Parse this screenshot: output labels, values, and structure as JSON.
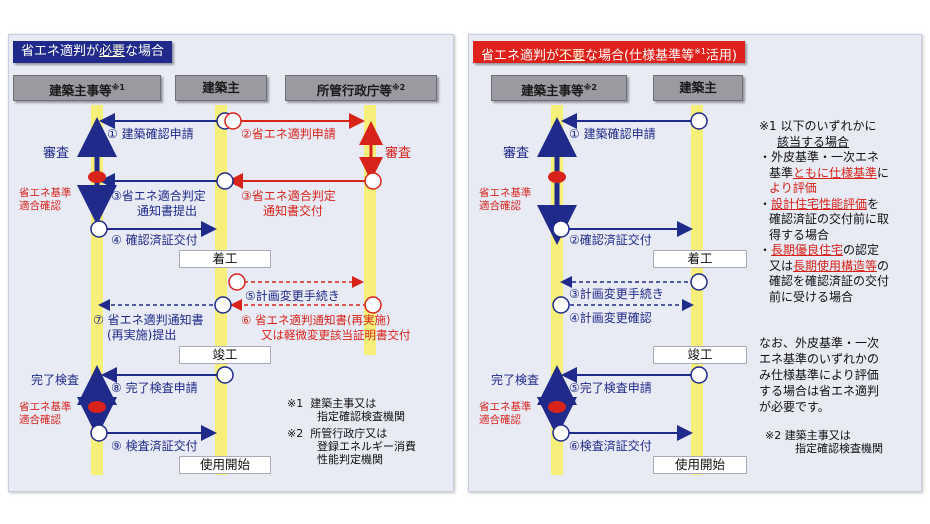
{
  "left": {
    "title_pre": "省エネ適判が",
    "title_em": "必要",
    "title_post": "な場合",
    "col_builder": "建築主事等",
    "col_builder_sup": "※1",
    "col_owner": "建築主",
    "col_agency": "所管行政庁等",
    "col_agency_sup": "※2",
    "step1": "① 建築確認申請",
    "step2": "②省エネ適判申請",
    "step3a_l1": "③省エネ適合判定",
    "step3a_l2": "通知書提出",
    "step3b_l1": "③省エネ適合判定",
    "step3b_l2": "通知書交付",
    "step4": "④ 確認済証交付",
    "step5": "⑤計画変更手続き",
    "step6_l1": "⑥ 省エネ適判通知書(再実施)",
    "step6_l2": "又は軽微変更該当証明書交付",
    "step7_l1": "⑦ 省エネ適判通知書",
    "step7_l2": "(再実施)提出",
    "step8": "⑧ 完了検査申請",
    "step9": "⑨ 検査済証交付",
    "review_left": "審査",
    "review_right": "審査",
    "conform_l1": "省エネ基準",
    "conform_l2": "適合確認",
    "conform2_l1": "省エネ基準",
    "conform2_l2": "適合確認",
    "final_inspection": "完了検査",
    "box_start": "着工",
    "box_complete": "竣工",
    "box_use": "使用開始",
    "note1_mark": "※1",
    "note1_l1": "建築主事又は",
    "note1_l2": "指定確認検査機関",
    "note2_mark": "※2",
    "note2_l1": "所管行政庁又は",
    "note2_l2": "登録エネルギー消費",
    "note2_l3": "性能判定機関"
  },
  "right": {
    "title_pre": "省エネ適判が",
    "title_em": "不要",
    "title_post": "な場合(仕様基準等",
    "title_sup": "※1",
    "title_end": "活用)",
    "col_builder": "建築主事等",
    "col_builder_sup": "※2",
    "col_owner": "建築主",
    "step1": "① 建築確認申請",
    "step2": "②確認済証交付",
    "step3": "③計画変更手続き",
    "step4": "④計画変更確認",
    "step5": "⑤完了検査申請",
    "step6": "⑥検査済証交付",
    "review": "審査",
    "conform_l1": "省エネ基準",
    "conform_l2": "適合確認",
    "conform2_l1": "省エネ基準",
    "conform2_l2": "適合確認",
    "final_inspection": "完了検査",
    "box_start": "着工",
    "box_complete": "竣工",
    "box_use": "使用開始",
    "n1_l1": "※1 以下のいずれかに",
    "n1_l2": "該当する場合",
    "n1_l3": "・外皮基準・一次エネ",
    "n1_l4a": "基準",
    "n1_l4b": "ともに仕様基準",
    "n1_l4c": "に",
    "n1_l5": "より評価",
    "n1_l6a": "・",
    "n1_l6b": "設計住宅性能評価",
    "n1_l6c": "を",
    "n1_l7": "確認済証の交付前に取",
    "n1_l8": "得する場合",
    "n1_l9a": "・",
    "n1_l9b": "長期優良住宅",
    "n1_l9c": "の認定",
    "n1_l10a": "又は",
    "n1_l10b": "長期使用構造等",
    "n1_l10c": "の",
    "n1_l11": "確認を確認済証の交付",
    "n1_l12": "前に受ける場合",
    "p_l1": "なお、外皮基準・一次",
    "p_l2": "エネ基準のいずれかの",
    "p_l3": "み仕様基準により評価",
    "p_l4": "する場合は省エネ適判",
    "p_l5": "が必要です。",
    "n2_l1": "※2  建築主事又は",
    "n2_l2": "指定確認検査機関"
  },
  "colors": {
    "blue": "#1f2a8a",
    "red": "#d8231b",
    "lane": "#f6f07a",
    "title_left": "#1f2a8a",
    "title_right": "#e0201a"
  }
}
